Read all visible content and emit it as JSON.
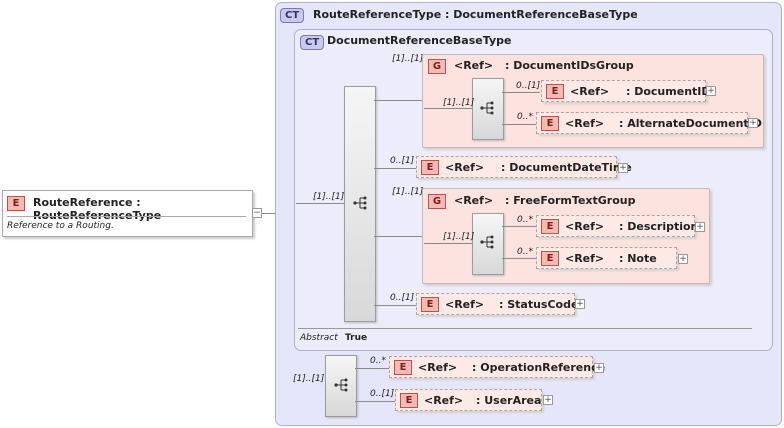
{
  "root_element": {
    "badge": "E",
    "title": "RouteReference : RouteReferenceType",
    "documentation": "Reference to a Routing.",
    "collapse": "−"
  },
  "outer_type": {
    "badge": "CT",
    "title": "RouteReferenceType : DocumentReferenceBaseType"
  },
  "inner_type": {
    "badge": "CT",
    "title": "DocumentReferenceBaseType"
  },
  "abstract": {
    "label": "Abstract",
    "value": "True"
  },
  "sequences": {
    "outer": "[1]..[1]",
    "inner": "[1]..[1]",
    "ids_group": "[1]..[1]",
    "freeform_group": "[1]..[1]"
  },
  "groups": {
    "ids": {
      "badge": "G",
      "ref": "<Ref>",
      "name": ": DocumentIDsGroup",
      "card": "[1]..[1]"
    },
    "freeform": {
      "badge": "G",
      "ref": "<Ref>",
      "name": ": FreeFormTextGroup",
      "card": "[1]..[1]"
    }
  },
  "elements": {
    "document_id": {
      "badge": "E",
      "ref": "<Ref>",
      "name": ": DocumentID",
      "card": "0..[1]"
    },
    "alternate_document_id": {
      "badge": "E",
      "ref": "<Ref>",
      "name": ": AlternateDocumentID",
      "card": "0..*"
    },
    "document_date_time": {
      "badge": "E",
      "ref": "<Ref>",
      "name": ": DocumentDateTime",
      "card": "0..[1]"
    },
    "description": {
      "badge": "E",
      "ref": "<Ref>",
      "name": ": Description",
      "card": "0..*"
    },
    "note": {
      "badge": "E",
      "ref": "<Ref>",
      "name": ": Note",
      "card": "0..*"
    },
    "status_code": {
      "badge": "E",
      "ref": "<Ref>",
      "name": ": StatusCode",
      "card": "0..[1]"
    },
    "operation_reference": {
      "badge": "E",
      "ref": "<Ref>",
      "name": ": OperationReference",
      "card": "0..*"
    },
    "user_area": {
      "badge": "E",
      "ref": "<Ref>",
      "name": ": UserArea",
      "card": "0..[1]"
    }
  },
  "expand_symbol": "+"
}
